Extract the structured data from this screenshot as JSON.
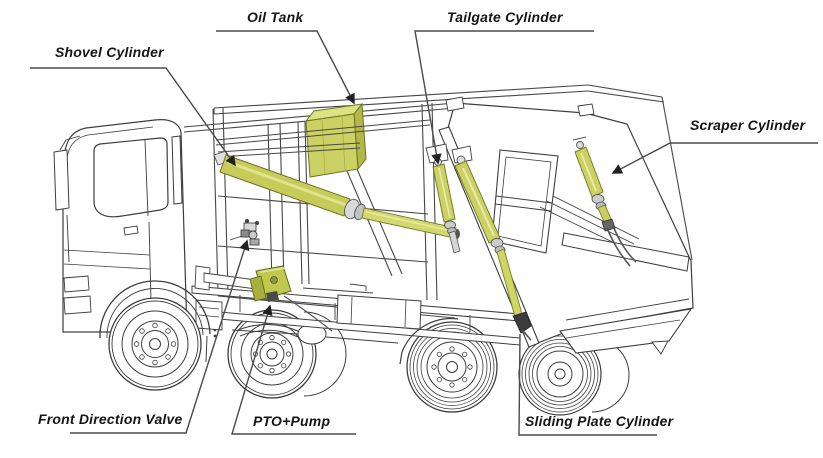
{
  "labels": [
    {
      "id": "shovel-cylinder",
      "text": "Shovel Cylinder"
    },
    {
      "id": "oil-tank",
      "text": "Oil Tank"
    },
    {
      "id": "tailgate-cylinder",
      "text": "Tailgate Cylinder"
    },
    {
      "id": "scraper-cylinder",
      "text": "Scraper Cylinder"
    },
    {
      "id": "front-direction-valve",
      "text": "Front Direction Valve"
    },
    {
      "id": "pto-pump",
      "text": "PTO+Pump"
    },
    {
      "id": "sliding-plate-cylinder",
      "text": "Sliding Plate Cylinder"
    }
  ],
  "colors": {
    "highlight": "#ccd164",
    "highlight_dark": "#b2b848",
    "highlight_light": "#e0e48e",
    "line": "#474747",
    "leader": "#4a4a4a",
    "label_text": "#151515",
    "background": "#ffffff"
  }
}
